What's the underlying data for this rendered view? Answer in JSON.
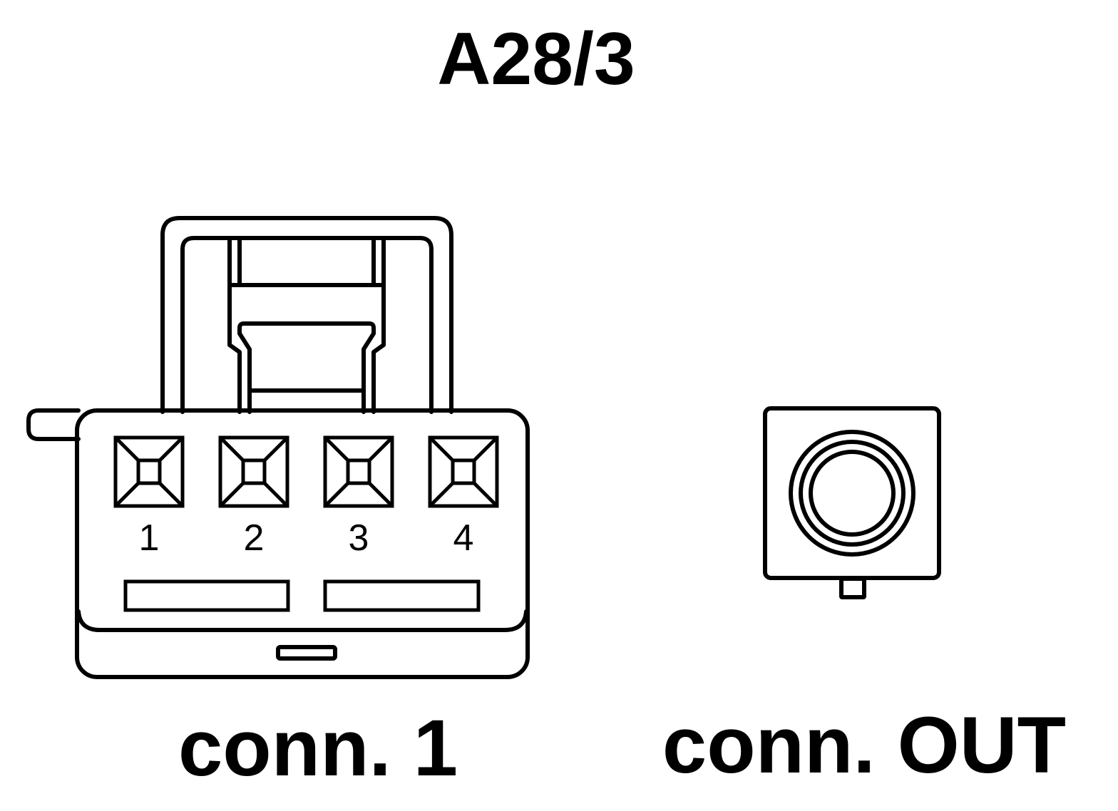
{
  "title": "A28/3",
  "connectors": {
    "conn1": {
      "label": "conn. 1",
      "pins": [
        "1",
        "2",
        "3",
        "4"
      ]
    },
    "conn_out": {
      "label": "conn. OUT"
    }
  }
}
